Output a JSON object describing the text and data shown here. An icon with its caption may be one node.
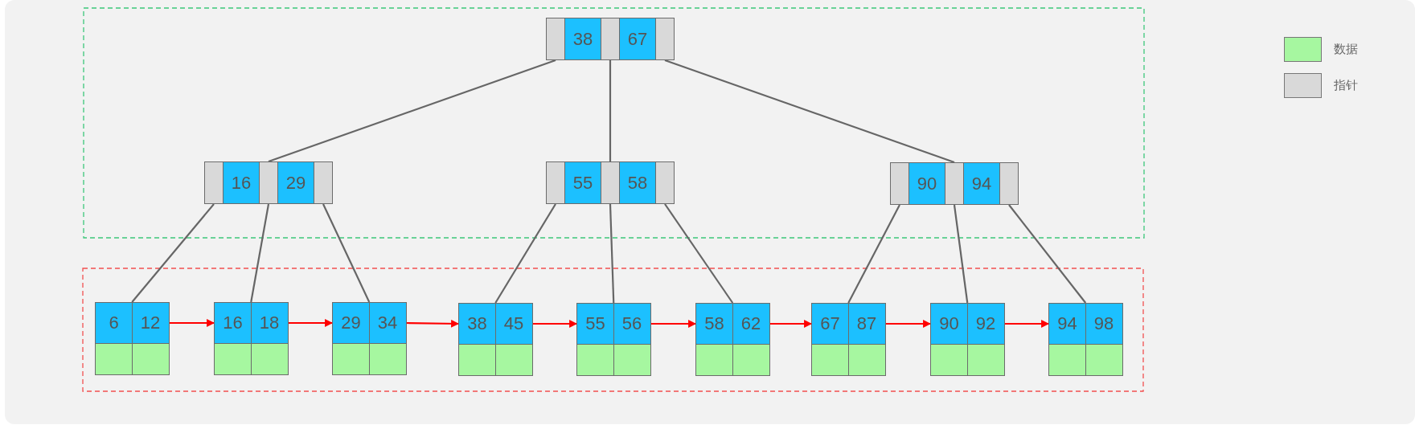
{
  "diagram": {
    "nodes": [
      {
        "text": [
          "38",
          "67"
        ]
      },
      {
        "text": [
          "16",
          "29"
        ]
      },
      {
        "text": [
          "55",
          "58"
        ]
      },
      {
        "text": [
          "90",
          "94"
        ]
      },
      {
        "text": [
          "6",
          "12"
        ]
      },
      {
        "text": [
          "16",
          "18"
        ]
      },
      {
        "text": [
          "29",
          "34"
        ]
      },
      {
        "text": [
          "38",
          "45"
        ]
      },
      {
        "text": [
          "55",
          "56"
        ]
      },
      {
        "text": [
          "58",
          "62"
        ]
      },
      {
        "text": [
          "67",
          "87"
        ]
      },
      {
        "text": [
          "90",
          "92"
        ]
      },
      {
        "text": [
          "94",
          "98"
        ]
      }
    ],
    "edges": [
      {
        "from": 0,
        "to": 1,
        "arrow": "none"
      },
      {
        "from": 0,
        "to": 2,
        "arrow": "none"
      },
      {
        "from": 0,
        "to": 3,
        "arrow": "none"
      },
      {
        "from": 1,
        "to": 4,
        "arrow": "none"
      },
      {
        "from": 1,
        "to": 5,
        "arrow": "none"
      },
      {
        "from": 1,
        "to": 6,
        "arrow": "none"
      },
      {
        "from": 2,
        "to": 7,
        "arrow": "none"
      },
      {
        "from": 2,
        "to": 8,
        "arrow": "none"
      },
      {
        "from": 2,
        "to": 9,
        "arrow": "none"
      },
      {
        "from": 3,
        "to": 10,
        "arrow": "none"
      },
      {
        "from": 3,
        "to": 11,
        "arrow": "none"
      },
      {
        "from": 3,
        "to": 12,
        "arrow": "none"
      },
      {
        "from": 4,
        "to": 5,
        "arrow": "to",
        "color": "#ff0000"
      },
      {
        "from": 5,
        "to": 6,
        "arrow": "to",
        "color": "#ff0000"
      },
      {
        "from": 6,
        "to": 7,
        "arrow": "to",
        "color": "#ff0000"
      },
      {
        "from": 7,
        "to": 8,
        "arrow": "to",
        "color": "#ff0000"
      },
      {
        "from": 8,
        "to": 9,
        "arrow": "to",
        "color": "#ff0000"
      },
      {
        "from": 9,
        "to": 10,
        "arrow": "to",
        "color": "#ff0000"
      },
      {
        "from": 10,
        "to": 11,
        "arrow": "to",
        "color": "#ff0000"
      },
      {
        "from": 11,
        "to": 12,
        "arrow": "to",
        "color": "#ff0000"
      }
    ],
    "legend": [
      {
        "text": "数据",
        "color": "#a6f7a0"
      },
      {
        "text": "指针",
        "color": "#d9d9d9"
      }
    ]
  }
}
